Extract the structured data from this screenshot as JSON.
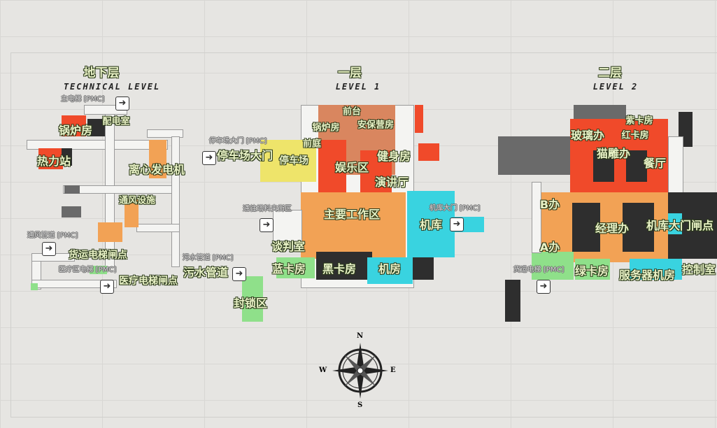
{
  "levels": {
    "basement": {
      "title": "地下层",
      "english": "TECHNICAL LEVEL",
      "labels": [
        "主电梯 [PMC]",
        "锅炉房",
        "配电室",
        "热力站",
        "离心发电机",
        "通风设施",
        "通风管道 [PMC]",
        "货运电梯闸点",
        "医疗区电梯 [PMC]",
        "医疗电梯闸点",
        "污水管道 [PMC]",
        "污水管道"
      ]
    },
    "level1": {
      "title": "一层",
      "english": "LEVEL 1",
      "labels": [
        "前台",
        "锅炉房",
        "安保营房",
        "停车场大门 [PMC]",
        "前庭",
        "停车场大门",
        "停车场",
        "健身房",
        "娱乐区",
        "演讲厅",
        "通往塔科夫街区",
        "主要工作区",
        "机库大门 [PMC]",
        "机库",
        "谈判室",
        "蓝卡房",
        "黑卡房",
        "机房",
        "封锁区"
      ]
    },
    "level2": {
      "title": "二层",
      "english": "LEVEL 2",
      "labels": [
        "紫卡房",
        "玻璃办",
        "红卡房",
        "猫雕办",
        "餐厅",
        "B办",
        "经理办",
        "机库大门闸点",
        "A办",
        "货运电梯 [PMC]",
        "绿卡房",
        "服务器机房",
        "控制室"
      ]
    }
  },
  "compass": {
    "n": "N",
    "s": "S",
    "e": "E",
    "w": "W"
  },
  "icons": {
    "exit": "exit-arrow-icon"
  },
  "colors": {
    "red": "#f04a2a",
    "orange": "#f2a255",
    "yellow": "#eee46a",
    "cyan": "#39d3e0",
    "green": "#8fe08a"
  }
}
